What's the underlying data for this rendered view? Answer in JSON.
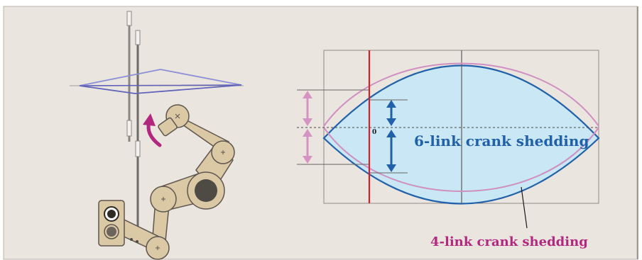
{
  "colors": {
    "panel_bg": "#ebe5e0",
    "panel_border": "#b9b3ae",
    "six_link_curve": "#2161aa",
    "four_link_curve": "#cf8fc1",
    "shed_fill": "#c9e7f4",
    "red_marker": "#d71f26",
    "pink_arrow": "#d593c2",
    "blue_arrow": "#2161aa",
    "label_four_link": "#b2287f",
    "link_body": "#dbc9a6",
    "link_outline": "#5e564e",
    "hub_dark": "#4e4a44",
    "rotation_arrow": "#b2287f"
  },
  "labels": {
    "zero_mark": "0",
    "six_link": "6-link crank shedding",
    "four_link": "4-link crank shedding"
  },
  "icons": {
    "rotation": "curved-rotation-arrow-icon",
    "pivot": "pivot-cross-icon"
  }
}
